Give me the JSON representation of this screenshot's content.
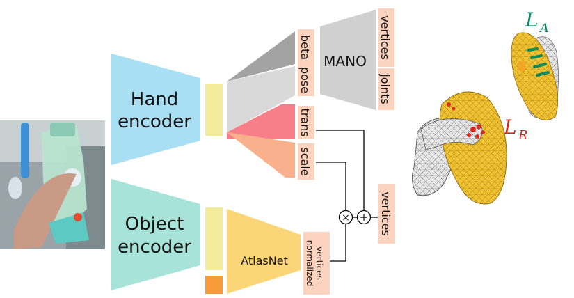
{
  "hand_encoder": {
    "line1": "Hand",
    "line2": "encoder"
  },
  "object_encoder": {
    "line1": "Object",
    "line2": "encoder"
  },
  "hand_params": {
    "beta": "beta",
    "pose": "pose",
    "trans": "trans",
    "scale": "scale"
  },
  "mano": {
    "label": "MANO",
    "vertices": "vertices",
    "joints": "joints"
  },
  "atlasnet": {
    "label": "AtlasNet",
    "normalized_line1": "normalized",
    "normalized_line2": "vertices"
  },
  "output": {
    "vertices": "vertices"
  },
  "operators": {
    "multiply": "×",
    "add": "+"
  },
  "losses": {
    "attraction_letter": "L",
    "attraction_sub": "A",
    "repulsion_letter": "L",
    "repulsion_sub": "R"
  },
  "colors": {
    "hand_encoder": "#a9dff3",
    "object_encoder": "#a8e3d9",
    "latent": "#f2ec9a",
    "object_extra": "#f79a3a",
    "beta_branch": "#a3a3a3",
    "pose_branch": "#d9d9d9",
    "trans_branch": "#f77f8a",
    "scale_branch": "#f9b08c",
    "label_box": "#fbd3bf",
    "mano_box": "#d0d0d0",
    "atlasnet_box": "#fbd679",
    "loss_attraction": "#0e8a5f",
    "loss_repulsion": "#d9261c",
    "object_mesh": "#f1c232",
    "hand_mesh": "#e6e6e6"
  }
}
